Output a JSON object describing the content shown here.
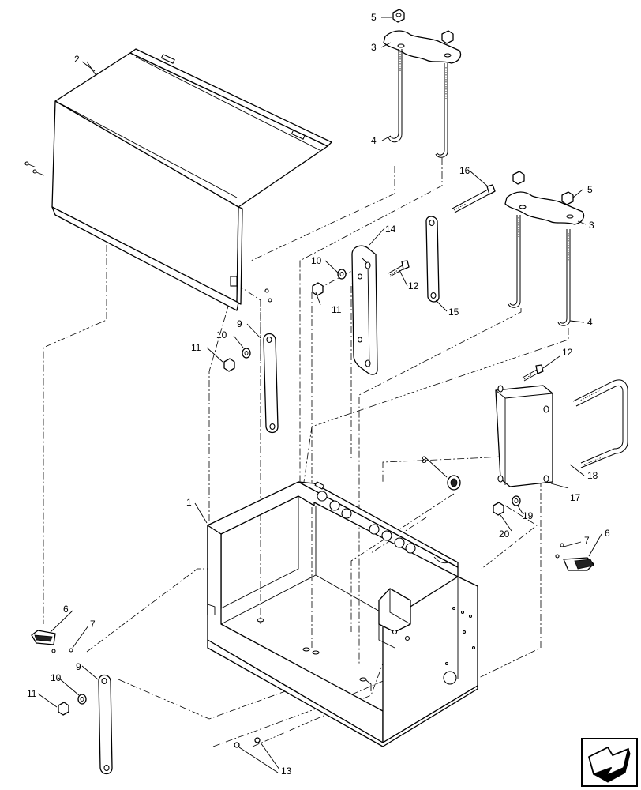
{
  "diagram": {
    "type": "exploded-parts-view",
    "callouts": [
      {
        "id": "c1",
        "label": "1"
      },
      {
        "id": "c2",
        "label": "2"
      },
      {
        "id": "c3a",
        "label": "3"
      },
      {
        "id": "c3b",
        "label": "3"
      },
      {
        "id": "c4a",
        "label": "4"
      },
      {
        "id": "c4b",
        "label": "4"
      },
      {
        "id": "c5a",
        "label": "5"
      },
      {
        "id": "c5b",
        "label": "5"
      },
      {
        "id": "c6a",
        "label": "6"
      },
      {
        "id": "c6b",
        "label": "6"
      },
      {
        "id": "c7a",
        "label": "7"
      },
      {
        "id": "c7b",
        "label": "7"
      },
      {
        "id": "c8",
        "label": "8"
      },
      {
        "id": "c9a",
        "label": "9"
      },
      {
        "id": "c9b",
        "label": "9"
      },
      {
        "id": "c10a",
        "label": "10"
      },
      {
        "id": "c10b",
        "label": "10"
      },
      {
        "id": "c10c",
        "label": "10"
      },
      {
        "id": "c11a",
        "label": "11"
      },
      {
        "id": "c11b",
        "label": "11"
      },
      {
        "id": "c11c",
        "label": "11"
      },
      {
        "id": "c12a",
        "label": "12"
      },
      {
        "id": "c12b",
        "label": "12"
      },
      {
        "id": "c13",
        "label": "13"
      },
      {
        "id": "c14",
        "label": "14"
      },
      {
        "id": "c15",
        "label": "15"
      },
      {
        "id": "c16",
        "label": "16"
      },
      {
        "id": "c17",
        "label": "17"
      },
      {
        "id": "c18",
        "label": "18"
      },
      {
        "id": "c19",
        "label": "19"
      },
      {
        "id": "c20",
        "label": "20"
      }
    ],
    "nav_icon": "next-page-arrow-icon"
  }
}
